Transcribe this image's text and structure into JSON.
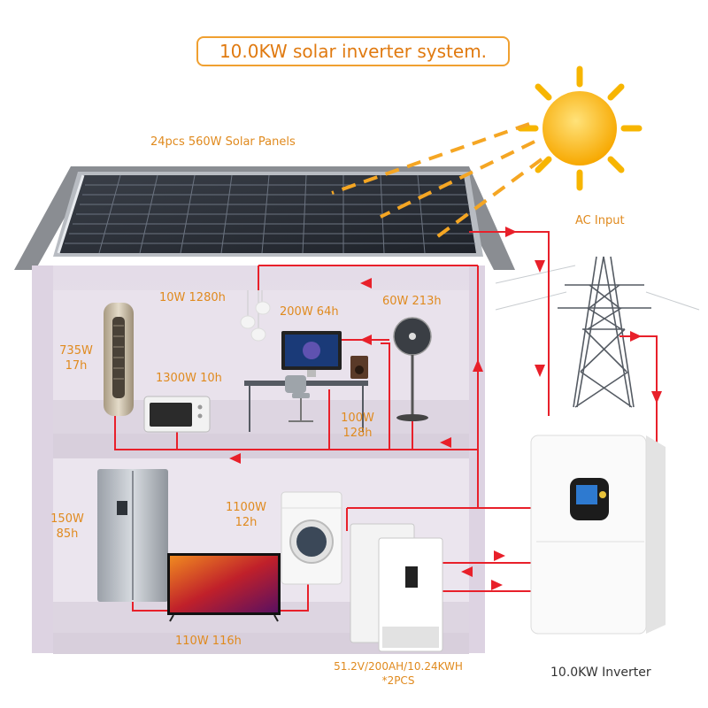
{
  "title": "10.0KW solar inverter system.",
  "labels": {
    "solar_panels": "24pcs 560W Solar Panels",
    "ac_input": "AC Input",
    "lights": "10W 1280h",
    "computer": "200W 64h",
    "fan": "60W 213h",
    "air_cooler_power": "735W",
    "air_cooler_hours": "17h",
    "microwave": "1300W 10h",
    "speaker_power": "100W",
    "speaker_hours": "128h",
    "washer_power": "1100W",
    "washer_hours": "12h",
    "fridge_power": "150W",
    "fridge_hours": "85h",
    "tv": "110W 116h",
    "battery_spec": "51.2V/200AH/10.24KWH",
    "battery_qty": "*2PCS",
    "inverter": "10.0KW Inverter"
  },
  "colors": {
    "accent_orange": "#e08a1e",
    "wire_red": "#e8202a",
    "sun_yellow": "#f7b500",
    "house_wall": "#e6dfe9"
  }
}
